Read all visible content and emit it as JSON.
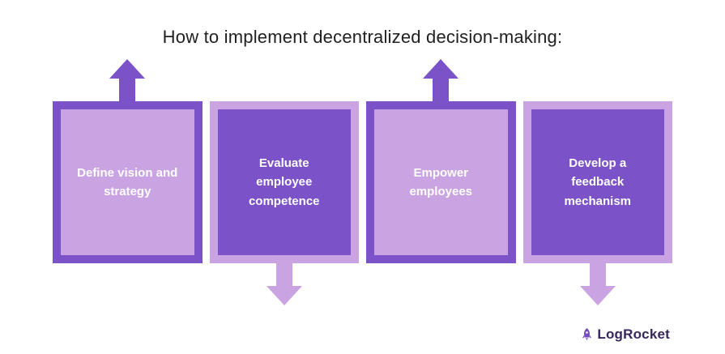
{
  "title": "How to implement decentralized decision-making:",
  "steps": [
    {
      "label": "Define vision and\nstrategy",
      "variant": "light",
      "arrow": "up"
    },
    {
      "label": "Evaluate\nemployee\ncompetence",
      "variant": "dark",
      "arrow": "down"
    },
    {
      "label": "Empower\nemployees",
      "variant": "light",
      "arrow": "up"
    },
    {
      "label": "Develop a\nfeedback\nmechanism",
      "variant": "dark",
      "arrow": "down"
    }
  ],
  "logo": {
    "text": "LogRocket",
    "icon": "rocket-icon"
  },
  "colors": {
    "purple-dark": "#7B52C7",
    "purple-light": "#C9A3E2",
    "title-color": "#212121",
    "logo-purple": "#764ABC",
    "logo-text-color": "#37265C"
  }
}
